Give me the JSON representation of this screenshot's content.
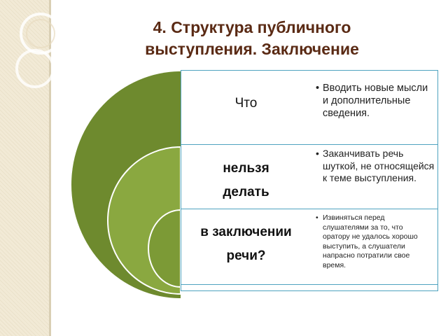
{
  "title": {
    "line1": "4. Структура публичного",
    "line2": "выступления. Заключение"
  },
  "rows": [
    {
      "label_lines": [
        "Что"
      ],
      "bullet": "Вводить новые мысли и дополнительные сведения."
    },
    {
      "label_lines": [
        "нельзя",
        "делать"
      ],
      "bullet": "Заканчивать речь шуткой, не относящейся к теме выступления."
    },
    {
      "label_lines": [
        "в заключении",
        "речи?"
      ],
      "bullet": "Извиняться перед слушателями за то, что оратору не удалось хорошо выступить, а слушатели напрасно потратили свое время."
    }
  ],
  "bullet_symbol": "•",
  "colors": {
    "title": "#5a2a14",
    "ring_outer": "#6e8a2e",
    "ring_middle": "#8aa840",
    "ring_inner": "#7c9a36",
    "row_border": "#4fa3bf"
  }
}
